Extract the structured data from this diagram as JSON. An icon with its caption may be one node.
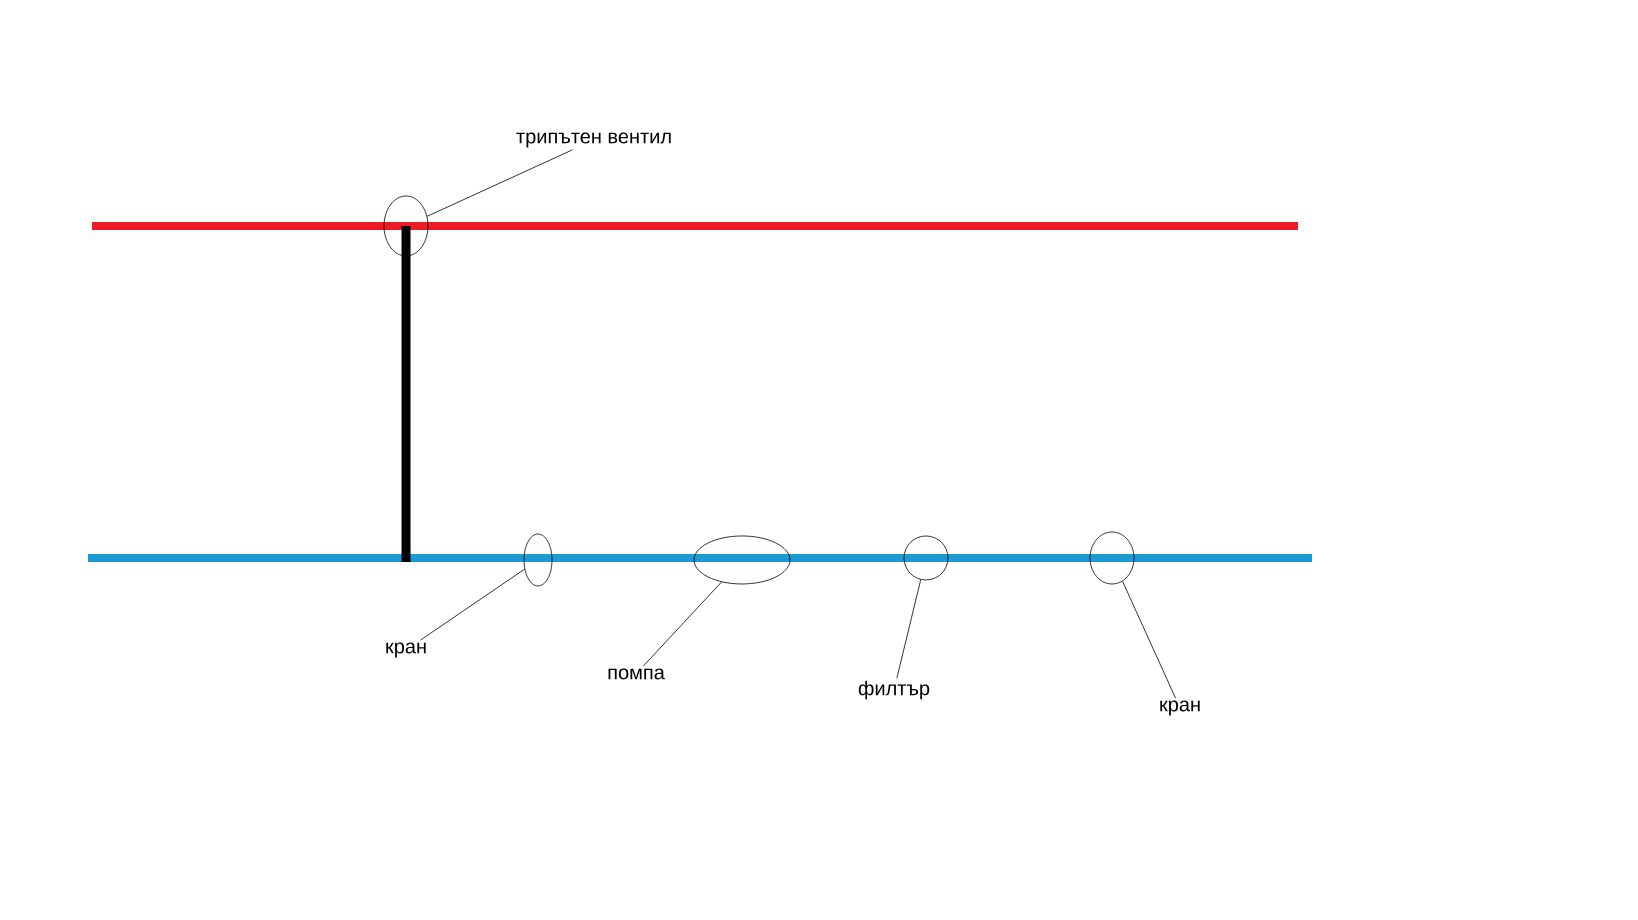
{
  "diagram": {
    "nodes": [
      {
        "text": [
          "трипътен вентил"
        ]
      },
      {
        "text": [],
        "shape": "circle"
      },
      {
        "text": [
          "кран"
        ]
      },
      {
        "text": [],
        "shape": "circle"
      },
      {
        "text": [
          "помпа"
        ]
      },
      {
        "text": [],
        "shape": "circle"
      },
      {
        "text": [
          "филтър"
        ]
      },
      {
        "text": [],
        "shape": "circle"
      },
      {
        "text": [
          "кран"
        ]
      },
      {
        "text": [],
        "shape": "circle"
      }
    ],
    "edges": [
      {
        "from": 0,
        "to": 1,
        "arrow": "none"
      },
      {
        "from": 2,
        "to": 3,
        "arrow": "none"
      },
      {
        "from": 4,
        "to": 5,
        "arrow": "none"
      },
      {
        "from": 6,
        "to": 7,
        "arrow": "none"
      },
      {
        "from": 8,
        "to": 9,
        "arrow": "none"
      }
    ]
  }
}
